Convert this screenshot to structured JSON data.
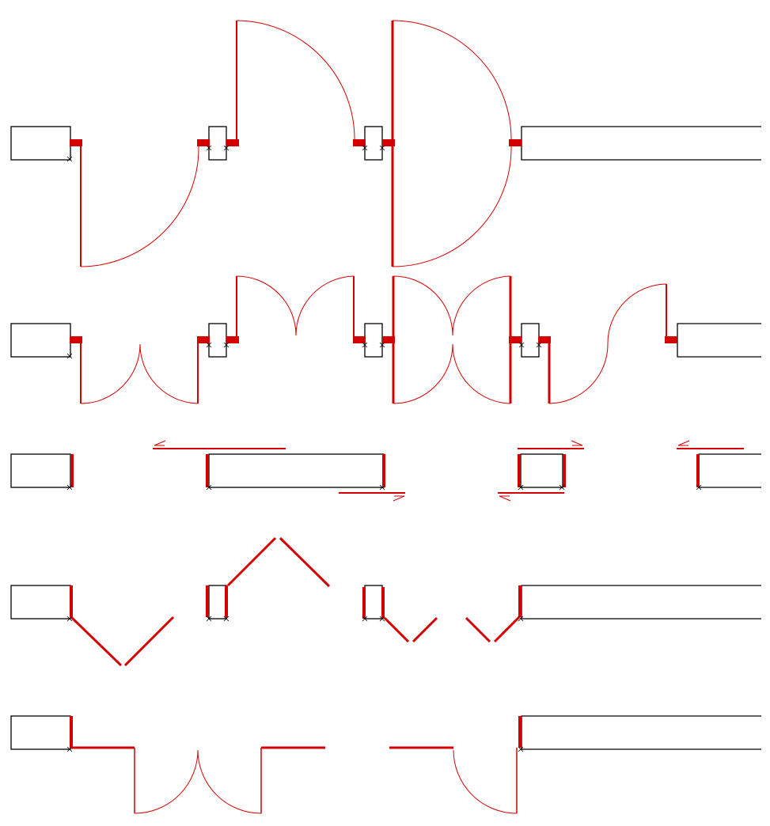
{
  "drawing": {
    "accent_color": "#d40000",
    "wall_color": "#000000",
    "background": "#ffffff",
    "rows": [
      {
        "name": "swing-doors-large",
        "content": [
          "single-swing-door",
          "single-swing-door",
          "single-swing-door"
        ]
      },
      {
        "name": "double-swing-doors",
        "content": [
          "double-swing-door",
          "double-swing-door",
          "double-swing-door",
          "double-swing-door"
        ]
      },
      {
        "name": "sliding-doors",
        "content": [
          "sliding-door",
          "sliding-door",
          "sliding-door",
          "sliding-door"
        ]
      },
      {
        "name": "folding-doors",
        "content": [
          "bifold-door",
          "bifold-door",
          "bifold-door"
        ]
      },
      {
        "name": "offset-doors",
        "content": [
          "offset-double-door",
          "offset-single-door"
        ]
      }
    ]
  }
}
